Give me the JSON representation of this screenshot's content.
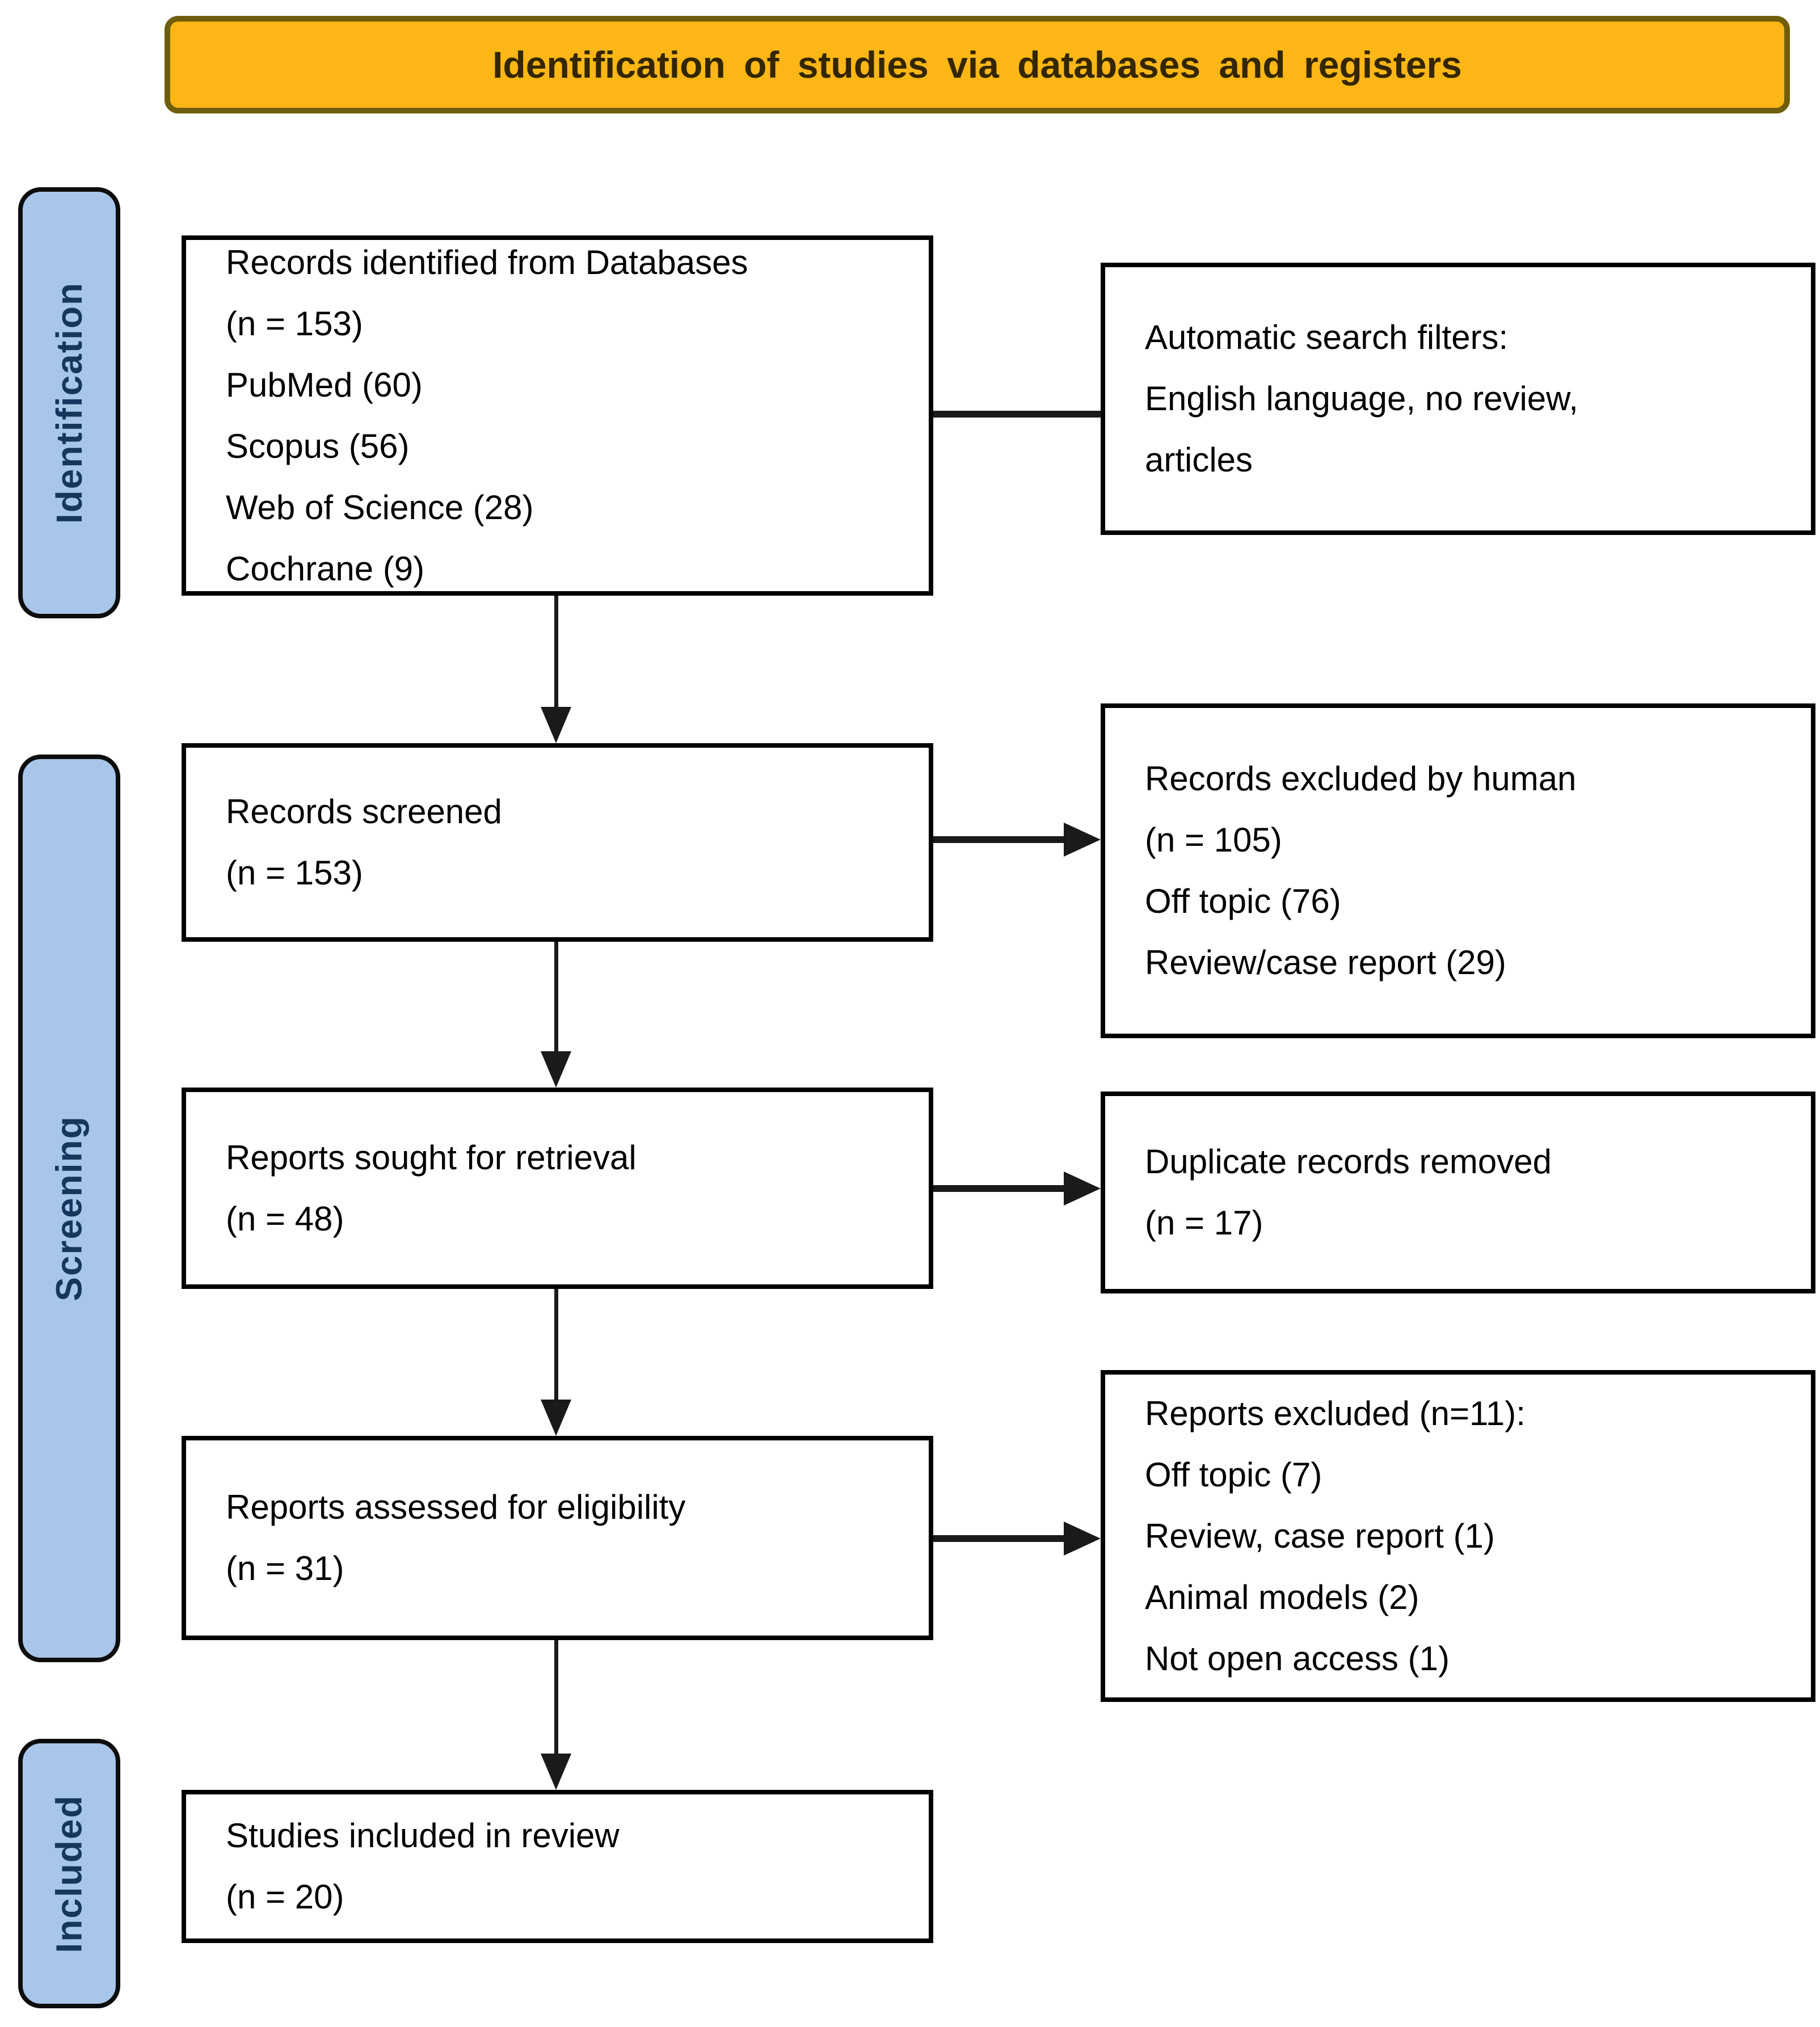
{
  "header": {
    "title": "Identification of studies via databases and registers"
  },
  "sidebar": {
    "stages": [
      {
        "label": "Identification"
      },
      {
        "label": "Screening"
      },
      {
        "label": "Included"
      }
    ]
  },
  "boxes": {
    "records_identified": {
      "lines": [
        "Records identified from Databases",
        "(n = 153)",
        "PubMed (60)",
        "Scopus (56)",
        "Web of Science (28)",
        "Cochrane (9)"
      ]
    },
    "auto_filters": {
      "lines": [
        "Automatic search filters:",
        "English language, no review,",
        "articles"
      ]
    },
    "records_screened": {
      "lines": [
        "Records screened",
        "(n = 153)"
      ]
    },
    "records_excluded_human": {
      "lines": [
        "Records excluded by human",
        "(n = 105)",
        "Off topic (76)",
        "Review/case report (29)"
      ]
    },
    "reports_sought": {
      "lines": [
        "Reports sought for retrieval",
        "(n = 48)"
      ]
    },
    "duplicates_removed": {
      "lines": [
        "Duplicate records removed",
        "(n = 17)"
      ]
    },
    "reports_assessed": {
      "lines": [
        "Reports assessed for eligibility",
        "(n = 31)"
      ]
    },
    "reports_excluded": {
      "lines": [
        "Reports excluded (n=11):",
        "Off topic (7)",
        "Review, case report (1)",
        "Animal models (2)",
        "Not open access (1)"
      ]
    },
    "studies_included": {
      "lines": [
        "Studies included in review",
        "(n = 20)"
      ]
    }
  },
  "colors": {
    "header_bg": "#FCB615",
    "header_border": "#6F5E0B",
    "header_text": "#332600",
    "stage_bg": "#A8C6E9",
    "stage_text": "#16365D",
    "box_border": "#000000",
    "arrow": "#1A1A1A"
  }
}
